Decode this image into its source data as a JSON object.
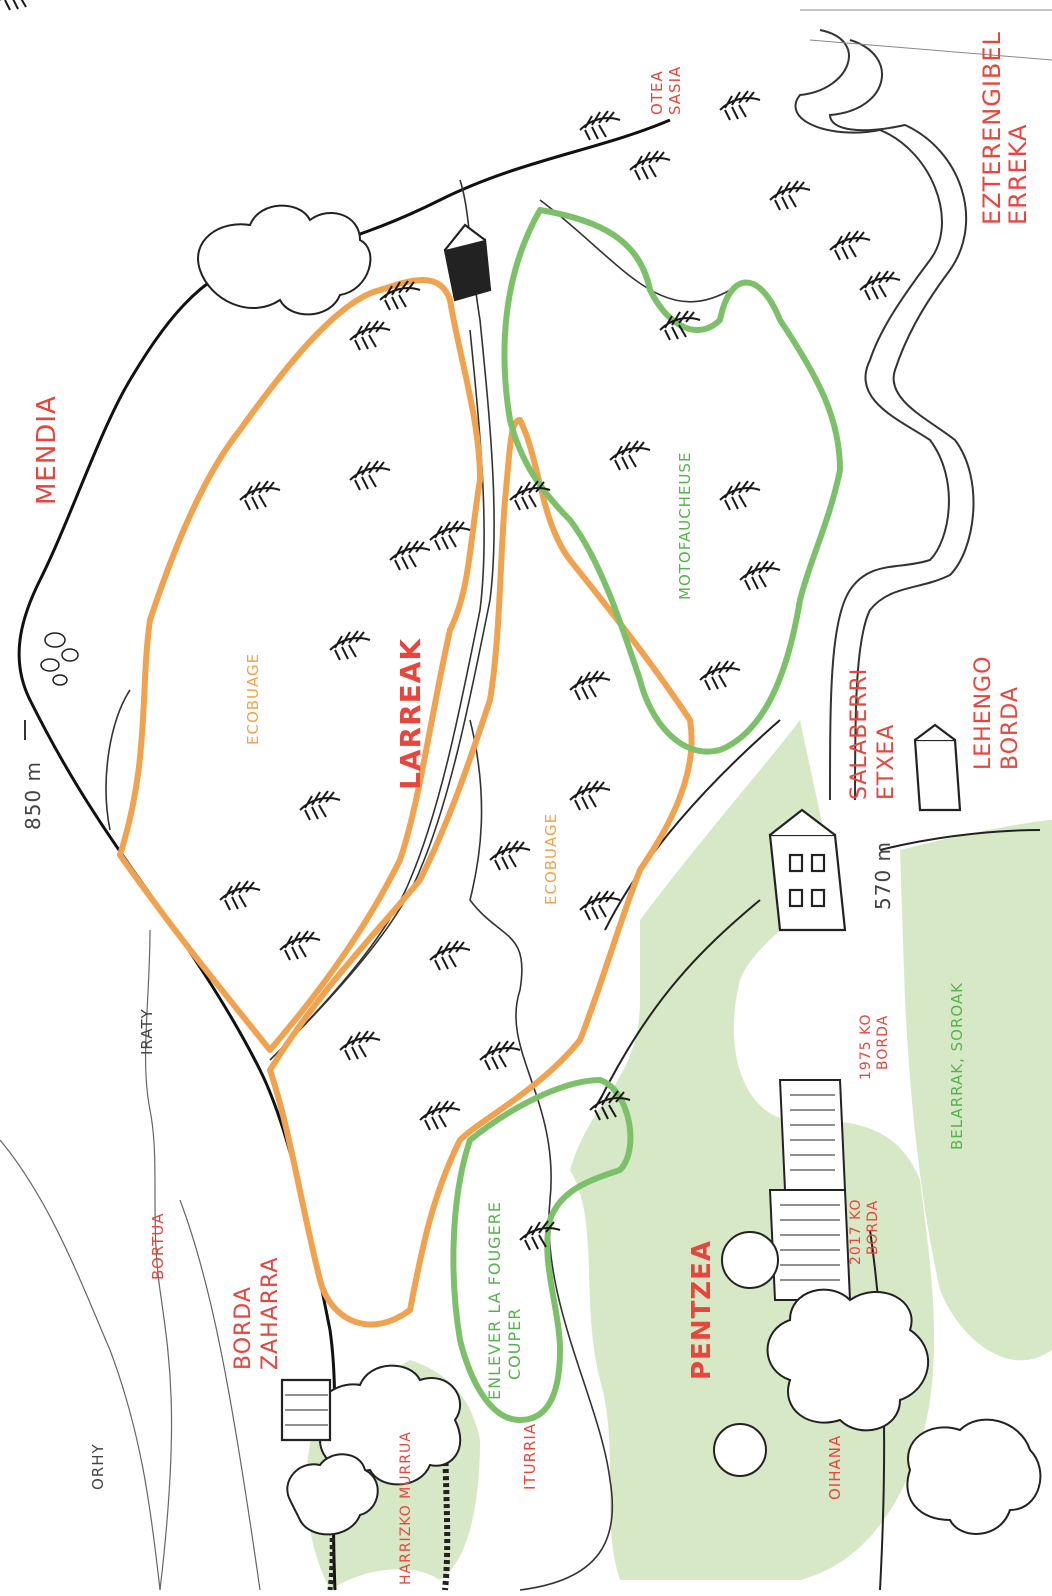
{
  "labels": {
    "mendia": "MENDIA",
    "scale_top": "850 m",
    "larreak": "LARREAK",
    "ecobuage_1": "ECOBUAGE",
    "ecobuage_2": "ECOBUAGE",
    "motofaucheuse": "MOTOFAUCHEUSE",
    "otea_sasia_1": "OTEA",
    "otea_sasia_2": "SASIA",
    "eztere_1": "EZTERENGIBEL",
    "eztere_2": "ERREKA",
    "salaberri_1": "SALABERRI",
    "salaberri_2": "ETXEA",
    "lehengo_1": "LEHENGO",
    "lehengo_2": "BORDA",
    "scale_bottom": "570 m",
    "borda1975_1": "1975 KO",
    "borda1975_2": "BORDA",
    "belarrak": "BELARRAK, SOROAK",
    "borda2017_1": "2017 KO",
    "borda2017_2": "BORDA",
    "pentzea": "PENTZEA",
    "oihana": "OIHANA",
    "enlever_1": "ENLEVER LA FOUGERE",
    "enlever_2": "COUPER",
    "iturria": "ITURRIA",
    "harrizko": "HARRIZKO MURRUA",
    "borda_zaharra_1": "BORDA",
    "borda_zaharra_2": "ZAHARRA",
    "bortua": "BORTUA",
    "iraty": "IRATY",
    "orhy": "ORHY"
  },
  "colors": {
    "toponym": "#e8453c",
    "ecobuage_zone": "#f0a24e",
    "mowing_zone": "#7cc16a",
    "meadow_fill": "#d7e8c6",
    "ink": "#1a1a1a"
  }
}
